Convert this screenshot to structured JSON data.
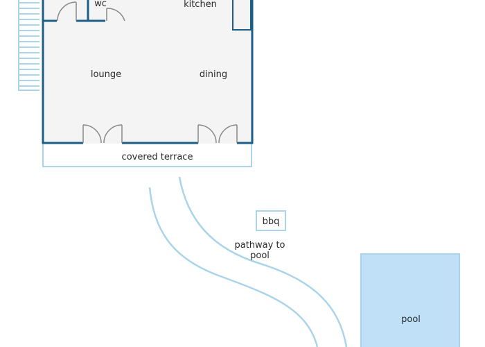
{
  "labels": {
    "wc": "wc",
    "kitchen": "kitchen",
    "lounge": "lounge",
    "dining": "dining",
    "terrace": "covered terrace",
    "bbq": "bbq",
    "pathway_line1": "pathway to",
    "pathway_line2": "pool",
    "pool": "pool"
  },
  "colors": {
    "wall": "#1b5e86",
    "floor": "#f4f4f4",
    "outline_light": "#a9d4ea",
    "pool_fill": "#bfe0f6",
    "door": "#888888",
    "text": "#2b2b2b"
  }
}
